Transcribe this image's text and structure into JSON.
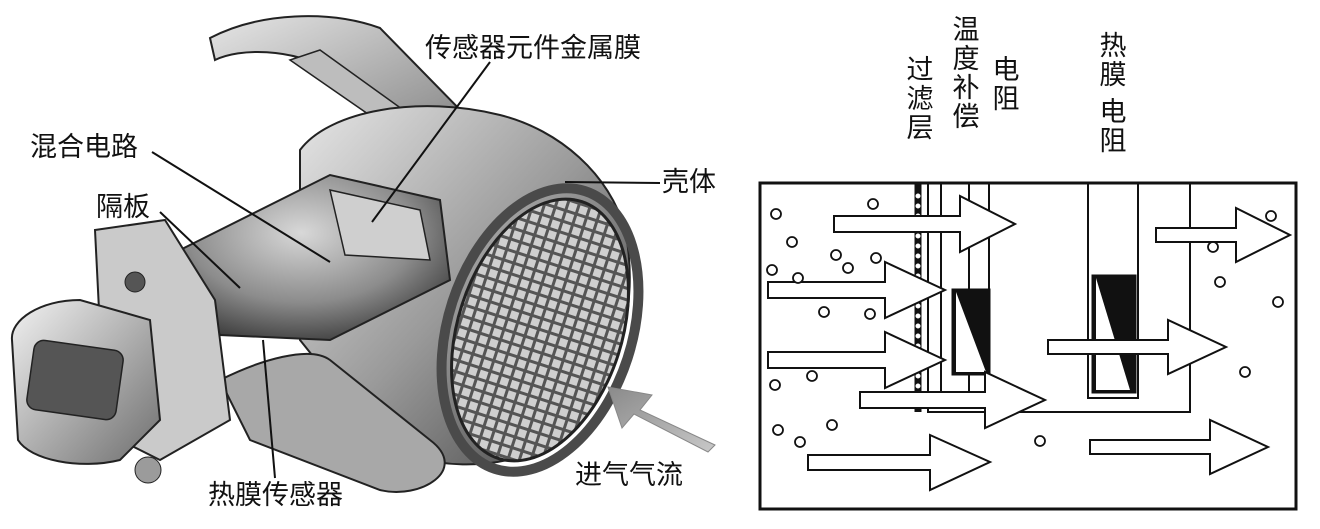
{
  "left_figure": {
    "labels": {
      "sensor_element_metal_film": "传感器元件金属膜",
      "hybrid_circuit": "混合电路",
      "partition": "隔板",
      "housing": "壳体",
      "hot_film_sensor": "热膜传感器",
      "intake_airflow": "进气气流"
    }
  },
  "right_figure": {
    "labels": {
      "filter_layer": "过滤层",
      "temp_compensation": "温度补偿",
      "resistor_1": "电阻",
      "hot_film": "热膜",
      "resistor_2": "电阻"
    }
  }
}
